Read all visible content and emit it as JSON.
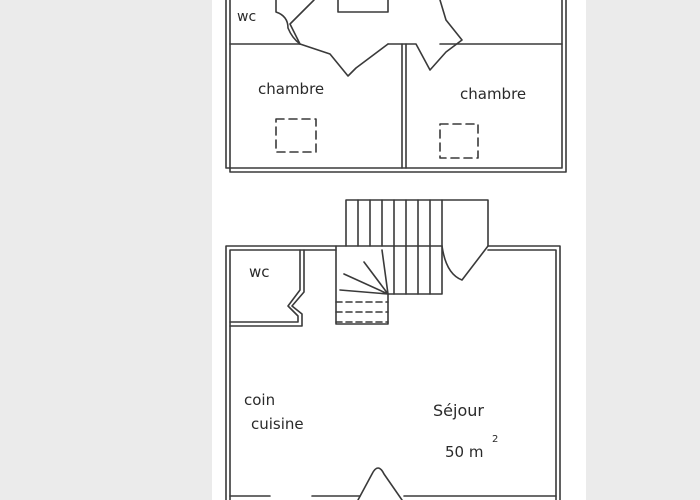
{
  "upper_floor": {
    "wc_label": "wc",
    "bedroom_left_label": "chambre",
    "bedroom_right_label": "chambre"
  },
  "ground_floor": {
    "wc_label": "wc",
    "kitchen_label_line1": "coin",
    "kitchen_label_line2": "cuisine",
    "living_label": "Séjour",
    "living_area": "50 m",
    "living_area_exponent": "2"
  }
}
